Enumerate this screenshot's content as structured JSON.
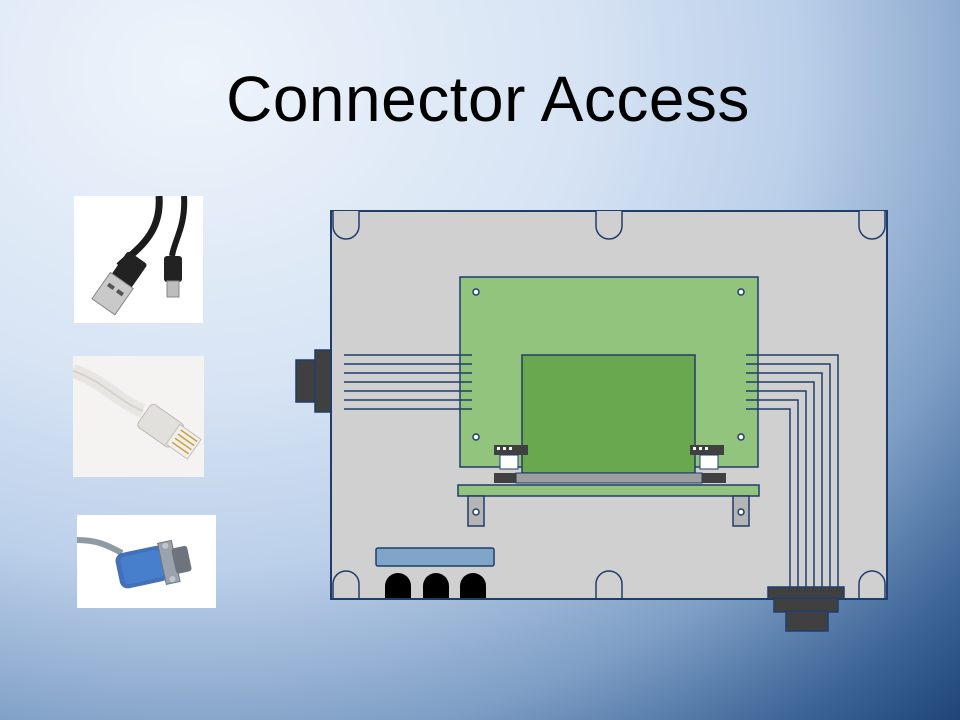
{
  "slide": {
    "title": "Connector Access"
  },
  "photos": [
    {
      "name": "usb-cable-photo",
      "icon": "usb-cable-icon"
    },
    {
      "name": "ethernet-cable-photo",
      "icon": "ethernet-cable-icon"
    },
    {
      "name": "serial-adapter-photo",
      "icon": "serial-adapter-icon"
    }
  ],
  "colors": {
    "enclosure_fill": "#d0d0d0",
    "outline": "#1f3d6b",
    "board_light": "#92c47d",
    "board_dark": "#6aa84f",
    "connector_dark": "#404040",
    "slot_blue": "#7fa6c9"
  }
}
